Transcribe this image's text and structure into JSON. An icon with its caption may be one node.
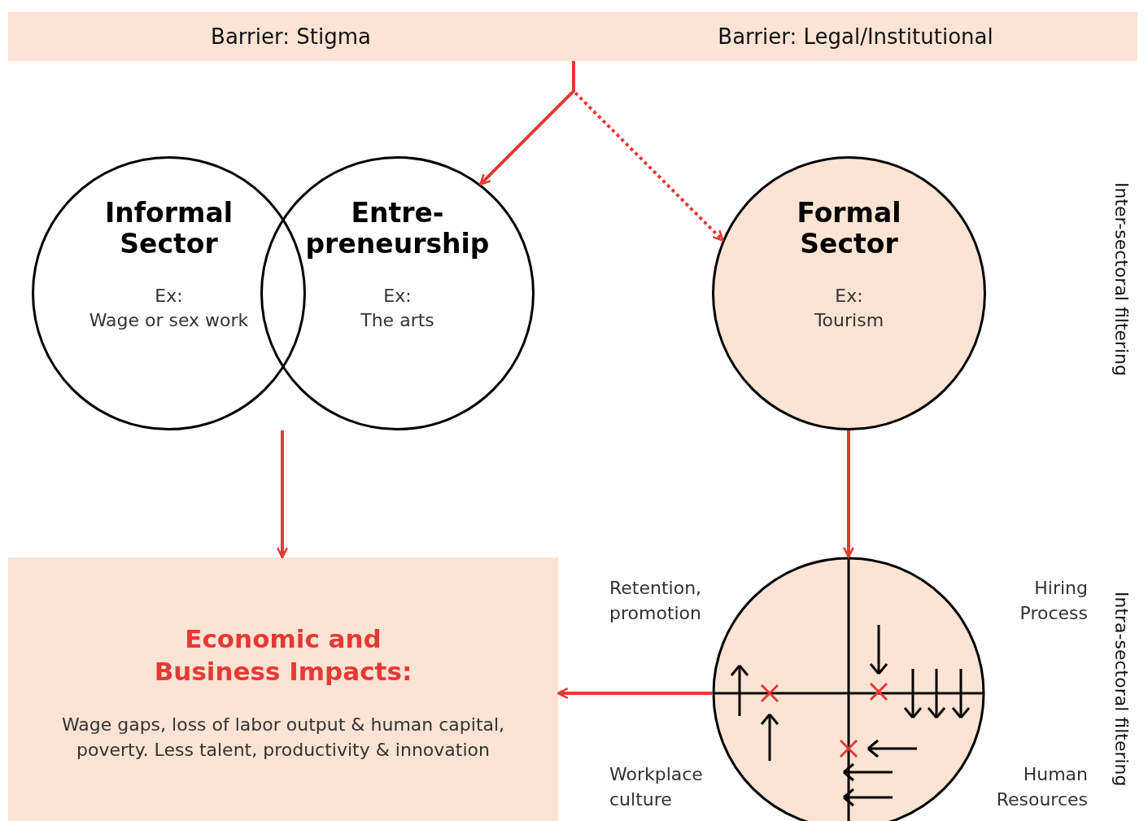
{
  "diagram": {
    "nodes": [
      {
        "text": [
          "Barrier: Stigma"
        ]
      },
      {
        "text": [
          "Barrier: Legal/Institutional"
        ]
      },
      {
        "text": [
          "Informal Sector",
          "Ex:",
          "Wage or sex work"
        ]
      },
      {
        "text": [
          "Entre- preneurship",
          "Ex:",
          "The arts"
        ]
      },
      {
        "text": [
          "Formal Sector",
          "Ex:",
          "Tourism"
        ]
      },
      {
        "text": [
          "Economic and Business Impacts:",
          "Wage gaps, loss of labor output & human capital, poverty. Less talent, productivity & innovation"
        ]
      },
      {
        "text": [],
        "shape": "circle"
      }
    ],
    "edges": [
      {
        "from": 1,
        "to": 3,
        "arrow": "to"
      },
      {
        "from": 1,
        "to": 4,
        "arrow": "to",
        "style": "dashed"
      },
      {
        "from": 2,
        "to": 5,
        "arrow": "to"
      },
      {
        "from": 4,
        "to": 6,
        "arrow": "to"
      },
      {
        "from": 6,
        "to": 5,
        "arrow": "to"
      }
    ],
    "labels": [
      "Retention, promotion",
      "Hiring Process",
      "Workplace culture",
      "Human Resources",
      "Inter-sectoral filtering",
      "Intra-sectoral filtering"
    ]
  }
}
